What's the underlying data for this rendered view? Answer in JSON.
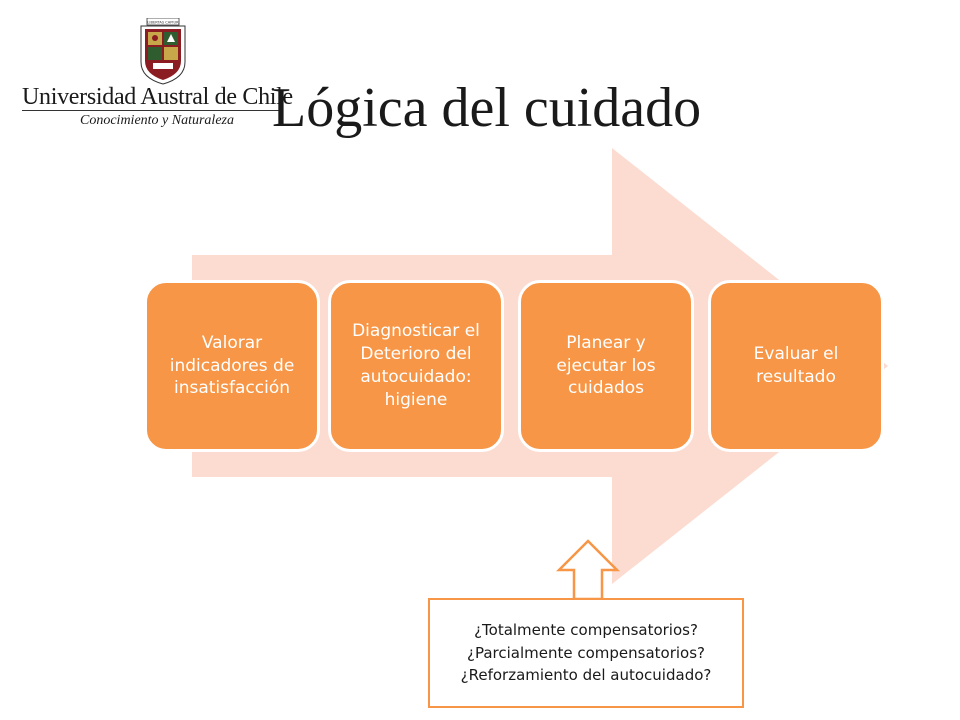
{
  "logo": {
    "crest_text": "LIBERTAS CAPIUR",
    "name": "Universidad Austral de Chile",
    "tagline": "Conocimiento y Naturaleza"
  },
  "title": "Lógica del cuidado",
  "steps": [
    {
      "label": "Valorar indicadores de insatisfacción"
    },
    {
      "label": "Diagnosticar el Deterioro del autocuidado: higiene"
    },
    {
      "label": "Planear y ejecutar los cuidados"
    },
    {
      "label": "Evaluar el resultado"
    }
  ],
  "questions": [
    "¿Totalmente compensatorios?",
    "¿Parcialmente compensatorios?",
    "¿Reforzamiento del autocuidado?"
  ],
  "colors": {
    "step_fill": "#f79646",
    "arrow_fill": "#fcdbd0",
    "callout_stroke": "#f79646"
  }
}
